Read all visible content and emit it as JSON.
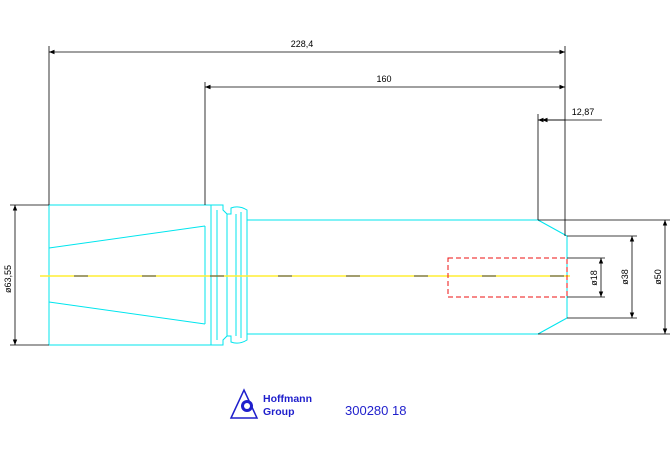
{
  "dimensions": {
    "overall_length": "228,4",
    "shank_length": "160",
    "bore_depth": "12,87",
    "collar_diameter": "ø63,55",
    "bore_diameter": "ø18",
    "nose_diameter": "ø38",
    "body_diameter": "ø50"
  },
  "logo": {
    "line1": "Hoffmann",
    "line2": "Group"
  },
  "part_number": "300280 18",
  "colors": {
    "outline": "#00e5ee",
    "centerline": "#ffee33",
    "hidden_bore": "#ee1111",
    "dimensions": "#000000",
    "logo": "#1f1fcc"
  }
}
